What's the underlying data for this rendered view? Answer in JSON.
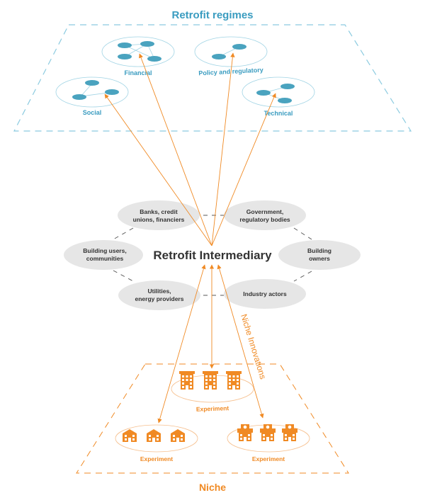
{
  "colors": {
    "regime_blue": "#3a9cc0",
    "regime_node": "#4aa3bf",
    "regime_frame": "#8ccbe0",
    "niche_orange": "#f08a24",
    "actor_fill": "#e6e6e6",
    "actor_text": "#333333"
  },
  "regimes": {
    "title": "Retrofit regimes",
    "clusters": [
      {
        "label": "Social",
        "nodes": 3
      },
      {
        "label": "Financial",
        "nodes": 4
      },
      {
        "label": "Policy and regulatory",
        "nodes": 2
      },
      {
        "label": "Technical",
        "nodes": 3
      }
    ]
  },
  "intermediary": {
    "title": "Retrofit Intermediary",
    "actors": [
      {
        "lines": [
          "Banks, credit",
          "unions, financiers"
        ]
      },
      {
        "lines": [
          "Government,",
          "regulatory bodies"
        ]
      },
      {
        "lines": [
          "Building users,",
          "communities"
        ]
      },
      {
        "lines": [
          "Building",
          "owners"
        ]
      },
      {
        "lines": [
          "Utilities,",
          "energy providers"
        ]
      },
      {
        "lines": [
          "Industry actors"
        ]
      }
    ]
  },
  "niche": {
    "title": "Niche",
    "flow_label": "Niche Innovations",
    "experiments": [
      {
        "label": "Experiment",
        "icon": "apartment-building-icon"
      },
      {
        "label": "Experiment",
        "icon": "house-icon"
      },
      {
        "label": "Experiment",
        "icon": "civic-building-icon"
      }
    ]
  }
}
